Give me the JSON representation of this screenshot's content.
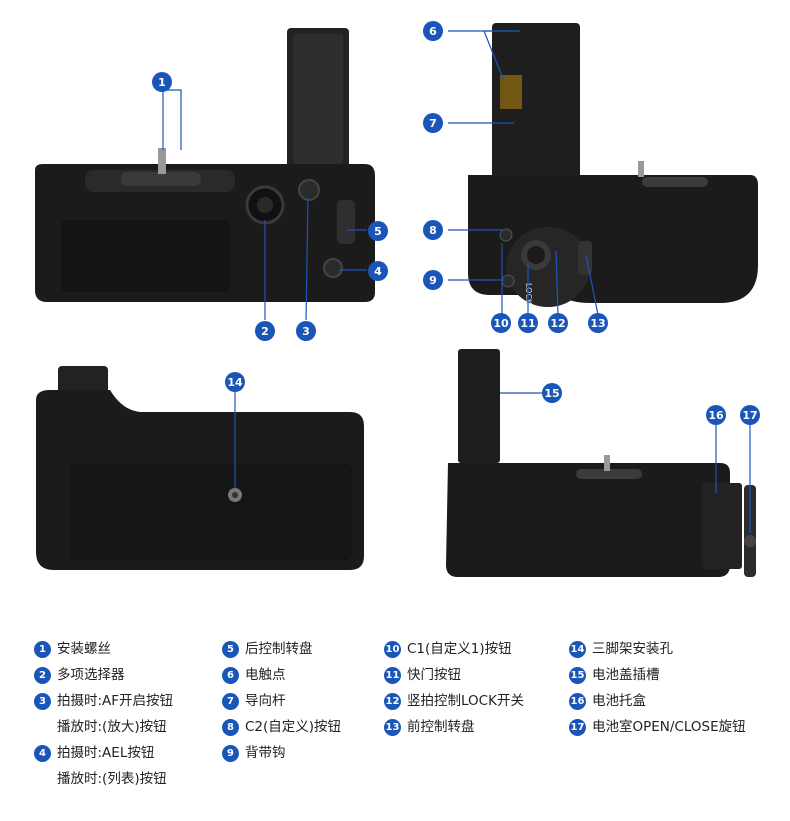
{
  "callouts": {
    "c1": "1",
    "c2": "2",
    "c3": "3",
    "c4": "4",
    "c5": "5",
    "c6": "6",
    "c7": "7",
    "c8": "8",
    "c9": "9",
    "c10": "10",
    "c11": "11",
    "c12": "12",
    "c13": "13",
    "c14": "14",
    "c15": "15",
    "c16": "16",
    "c17": "17"
  },
  "photo_text": {
    "lock": "LOCK"
  },
  "legend": {
    "i1": "安装螺丝",
    "i2": "多项选择器",
    "i3": "拍摄时:AF开启按钮",
    "i3b": "播放时:(放大)按钮",
    "i4": "拍摄时:AEL按钮",
    "i4b": "播放时:(列表)按钮",
    "i5": "后控制转盘",
    "i6": "电触点",
    "i7": "导向杆",
    "i8": "C2(自定义)按钮",
    "i9": "背带钩",
    "i10": "C1(自定义1)按钮",
    "i11": "快门按钮",
    "i12": "竖拍控制LOCK开关",
    "i13": "前控制转盘",
    "i14": "三脚架安装孔",
    "i15": "电池盖插槽",
    "i16": "电池托盒",
    "i17": "电池室OPEN/CLOSE旋钮"
  },
  "colors": {
    "accent": "#1a56b8",
    "body": "#1b1b1b"
  }
}
